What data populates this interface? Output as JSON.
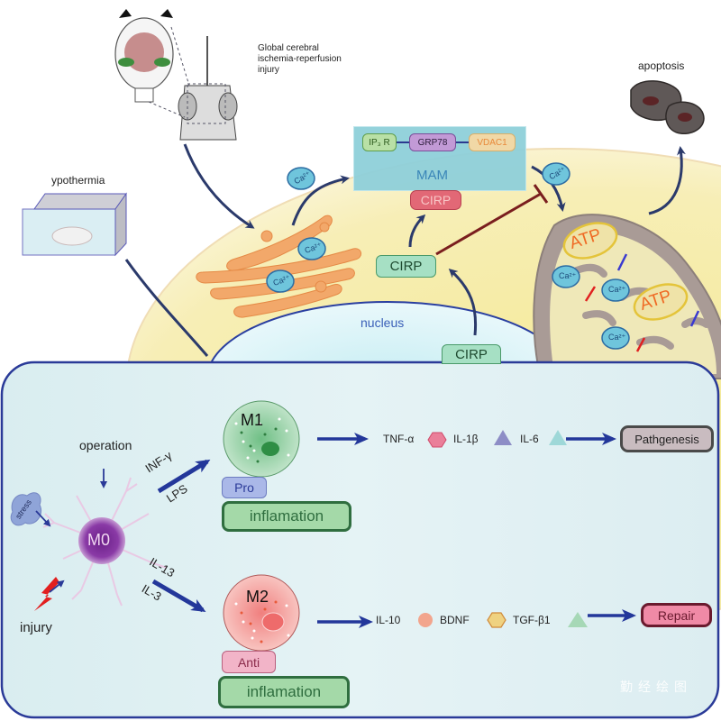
{
  "top_section": {
    "model_label_line1": "Global cerebral",
    "model_label_line2": "ischemia-reperfusion",
    "model_label_line3": "injury",
    "hypothermia_label": "ypothermia",
    "apoptosis_label": "apoptosis",
    "mam": {
      "label": "MAM",
      "proteins": [
        "IP₃ R",
        "GRP78",
        "VDAC1"
      ]
    },
    "cirp_mam": "CIRP",
    "cirp_cytoplasm": "CIRP",
    "cirp_nucleus": "CIRP",
    "nucleus_label": "nucleus",
    "ca_label": "Ca²⁺",
    "atp_label": "ATP"
  },
  "bottom_section": {
    "m0_label": "M0",
    "operation_label": "operation",
    "stress_label": "stress",
    "injury_label": "injury",
    "m1": {
      "label": "M1",
      "stimulus_top": "INF-γ",
      "stimulus_bottom": "LPS",
      "badge": "Pro",
      "effect": "inflamation",
      "cytokines": [
        "TNF-α",
        "IL-1β",
        "IL-6"
      ],
      "outcome": "Pathgenesis"
    },
    "m2": {
      "label": "M2",
      "stimulus_top": "IL-13",
      "stimulus_bottom": "IL-3",
      "badge": "Anti",
      "effect": "inflamation",
      "cytokines": [
        "IL-10",
        "BDNF",
        "TGF-β1"
      ],
      "outcome": "Repair"
    },
    "watermark": "勤经绘图"
  },
  "colors": {
    "cell_yellow": "#f5ecA6",
    "panel_blue": "#e2f1f4",
    "arrow_navy": "#2b3a8f",
    "mam_teal": "#8fd0da",
    "cirp_red": "#e26876",
    "cirp_green": "#a6e0c4",
    "er_orange": "#f2a86a",
    "m1_green": "#7fc593",
    "m2_red": "#f19694",
    "m0_purple": "#7b2e96"
  }
}
